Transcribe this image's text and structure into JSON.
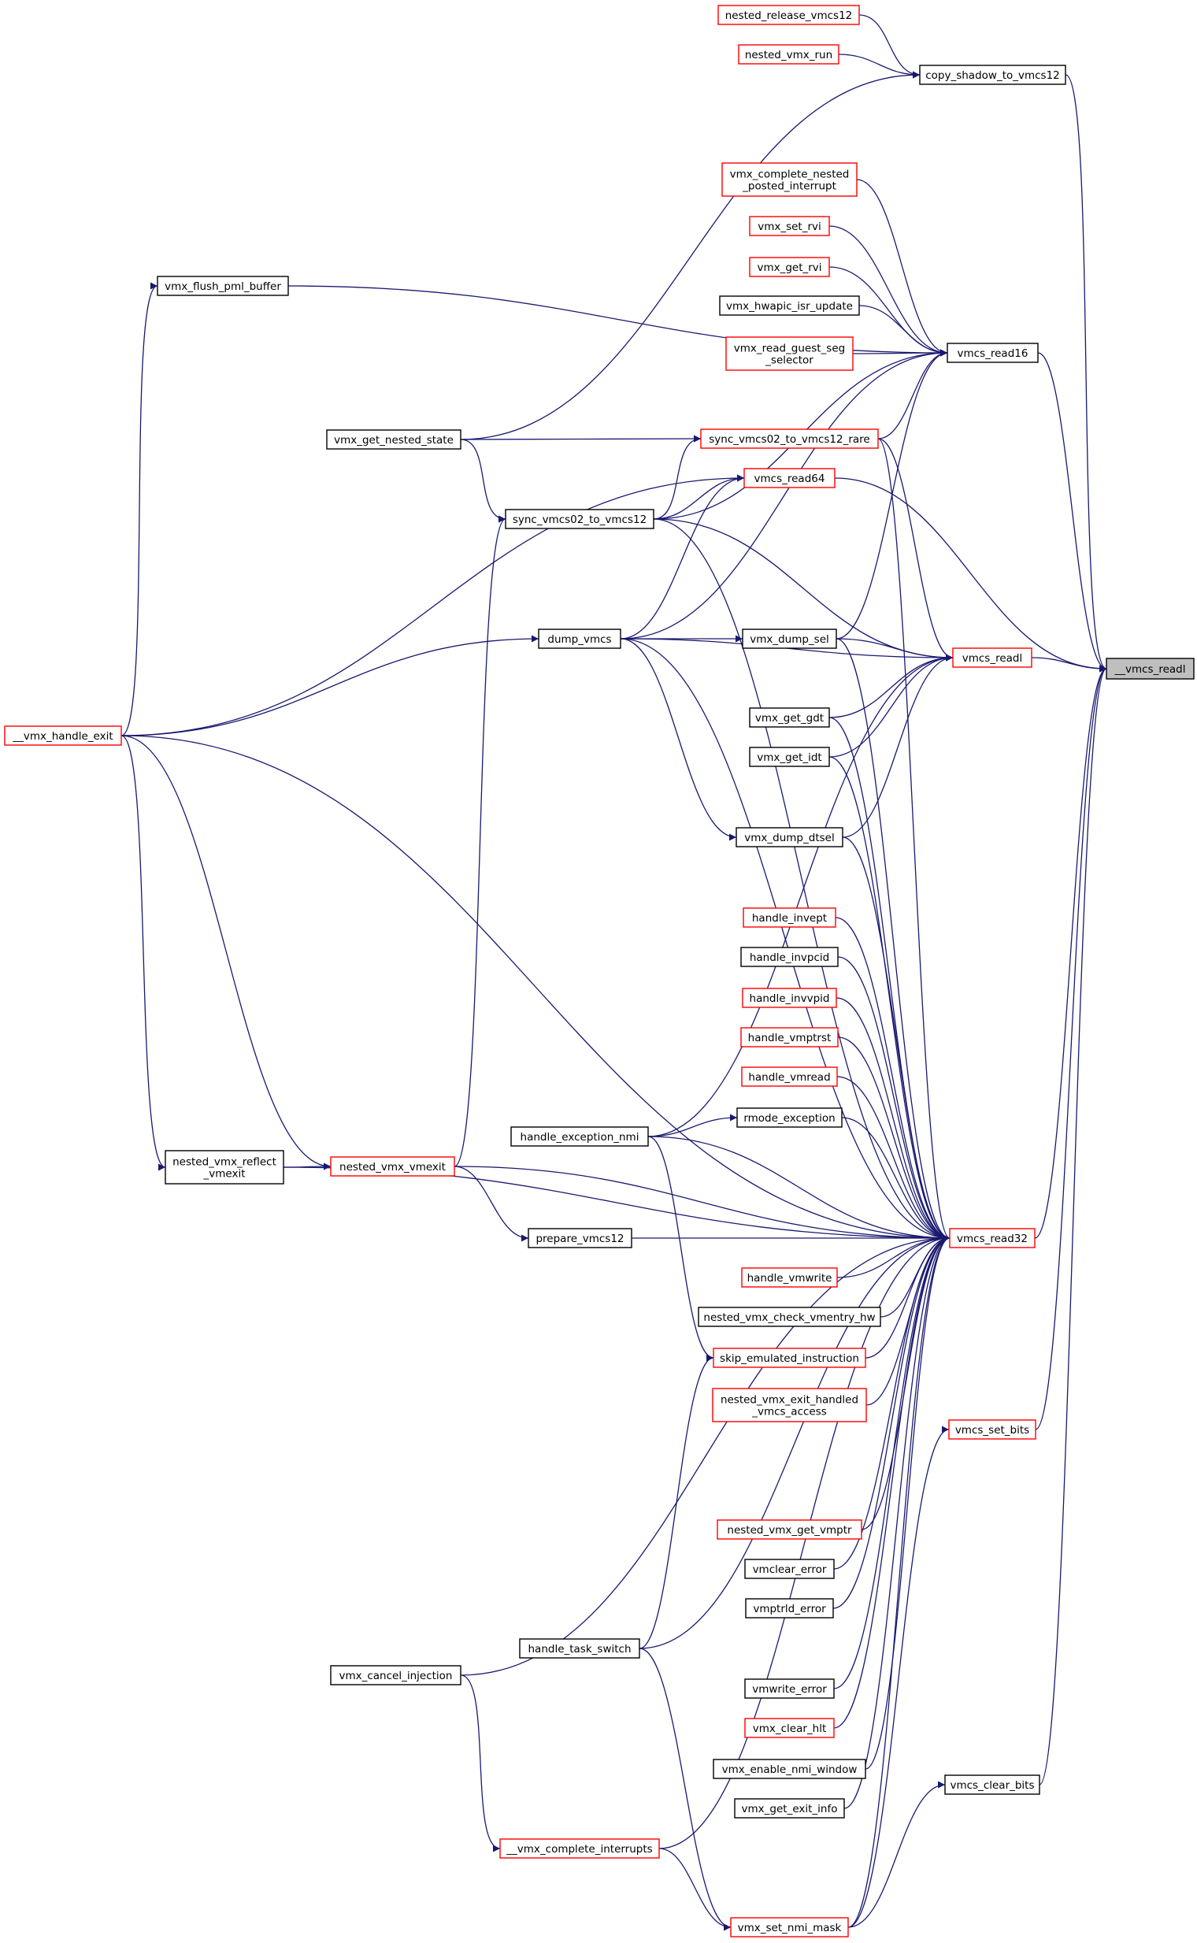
{
  "graph": {
    "colors": {
      "edge": "#191970",
      "red_border": "#ff0000",
      "black_border": "#000000",
      "root_fill": "#bfbfbf"
    },
    "nodes": [
      {
        "id": "readl_root",
        "lines": [
          "__vmcs_readl"
        ],
        "style": "root"
      },
      {
        "id": "copy_shadow",
        "lines": [
          "copy_shadow_to_vmcs12"
        ],
        "style": "black"
      },
      {
        "id": "nested_release",
        "lines": [
          "nested_release_vmcs12"
        ],
        "style": "red"
      },
      {
        "id": "nested_vmx_run",
        "lines": [
          "nested_vmx_run"
        ],
        "style": "red"
      },
      {
        "id": "vmx_complete_nested",
        "lines": [
          "vmx_complete_nested",
          "_posted_interrupt"
        ],
        "style": "red"
      },
      {
        "id": "vmx_set_rvi",
        "lines": [
          "vmx_set_rvi"
        ],
        "style": "red"
      },
      {
        "id": "vmx_get_rvi",
        "lines": [
          "vmx_get_rvi"
        ],
        "style": "red"
      },
      {
        "id": "hwapic",
        "lines": [
          "vmx_hwapic_isr_update"
        ],
        "style": "black"
      },
      {
        "id": "read_guest_seg",
        "lines": [
          "vmx_read_guest_seg",
          "_selector"
        ],
        "style": "red"
      },
      {
        "id": "vmcs_read16",
        "lines": [
          "vmcs_read16"
        ],
        "style": "black"
      },
      {
        "id": "flush_pml",
        "lines": [
          "vmx_flush_pml_buffer"
        ],
        "style": "black"
      },
      {
        "id": "get_nested_state",
        "lines": [
          "vmx_get_nested_state"
        ],
        "style": "black"
      },
      {
        "id": "sync_rare",
        "lines": [
          "sync_vmcs02_to_vmcs12_rare"
        ],
        "style": "red"
      },
      {
        "id": "vmcs_read64",
        "lines": [
          "vmcs_read64"
        ],
        "style": "red"
      },
      {
        "id": "sync_vmcs02",
        "lines": [
          "sync_vmcs02_to_vmcs12"
        ],
        "style": "black"
      },
      {
        "id": "dump_vmcs",
        "lines": [
          "dump_vmcs"
        ],
        "style": "black"
      },
      {
        "id": "vmx_dump_sel",
        "lines": [
          "vmx_dump_sel"
        ],
        "style": "black"
      },
      {
        "id": "vmcs_readl",
        "lines": [
          "vmcs_readl"
        ],
        "style": "red"
      },
      {
        "id": "vmx_handle_exit",
        "lines": [
          "__vmx_handle_exit"
        ],
        "style": "red"
      },
      {
        "id": "vmx_get_gdt",
        "lines": [
          "vmx_get_gdt"
        ],
        "style": "black"
      },
      {
        "id": "vmx_get_idt",
        "lines": [
          "vmx_get_idt"
        ],
        "style": "black"
      },
      {
        "id": "vmx_dump_dtsel",
        "lines": [
          "vmx_dump_dtsel"
        ],
        "style": "black"
      },
      {
        "id": "handle_invept",
        "lines": [
          "handle_invept"
        ],
        "style": "red"
      },
      {
        "id": "handle_invpcid",
        "lines": [
          "handle_invpcid"
        ],
        "style": "black"
      },
      {
        "id": "handle_invvpid",
        "lines": [
          "handle_invvpid"
        ],
        "style": "red"
      },
      {
        "id": "handle_vmptrst",
        "lines": [
          "handle_vmptrst"
        ],
        "style": "red"
      },
      {
        "id": "handle_vmread",
        "lines": [
          "handle_vmread"
        ],
        "style": "red"
      },
      {
        "id": "rmode_exception",
        "lines": [
          "rmode_exception"
        ],
        "style": "black"
      },
      {
        "id": "handle_exception_nmi",
        "lines": [
          "handle_exception_nmi"
        ],
        "style": "black"
      },
      {
        "id": "nested_reflect",
        "lines": [
          "nested_vmx_reflect",
          "_vmexit"
        ],
        "style": "black"
      },
      {
        "id": "nested_vmexit",
        "lines": [
          "nested_vmx_vmexit"
        ],
        "style": "red"
      },
      {
        "id": "prepare_vmcs12",
        "lines": [
          "prepare_vmcs12"
        ],
        "style": "black"
      },
      {
        "id": "vmcs_read32",
        "lines": [
          "vmcs_read32"
        ],
        "style": "red"
      },
      {
        "id": "handle_vmwrite",
        "lines": [
          "handle_vmwrite"
        ],
        "style": "red"
      },
      {
        "id": "check_vmentry_hw",
        "lines": [
          "nested_vmx_check_vmentry_hw"
        ],
        "style": "black"
      },
      {
        "id": "skip_emulated",
        "lines": [
          "skip_emulated_instruction"
        ],
        "style": "red"
      },
      {
        "id": "exit_handled",
        "lines": [
          "nested_vmx_exit_handled",
          "_vmcs_access"
        ],
        "style": "red"
      },
      {
        "id": "vmcs_set_bits",
        "lines": [
          "vmcs_set_bits"
        ],
        "style": "red"
      },
      {
        "id": "get_vmptr",
        "lines": [
          "nested_vmx_get_vmptr"
        ],
        "style": "red"
      },
      {
        "id": "vmclear_error",
        "lines": [
          "vmclear_error"
        ],
        "style": "black"
      },
      {
        "id": "vmptrld_error",
        "lines": [
          "vmptrld_error"
        ],
        "style": "black"
      },
      {
        "id": "handle_task_switch",
        "lines": [
          "handle_task_switch"
        ],
        "style": "black"
      },
      {
        "id": "cancel_injection",
        "lines": [
          "vmx_cancel_injection"
        ],
        "style": "black"
      },
      {
        "id": "vmwrite_error",
        "lines": [
          "vmwrite_error"
        ],
        "style": "black"
      },
      {
        "id": "clear_hlt",
        "lines": [
          "vmx_clear_hlt"
        ],
        "style": "red"
      },
      {
        "id": "enable_nmi_window",
        "lines": [
          "vmx_enable_nmi_window"
        ],
        "style": "black"
      },
      {
        "id": "vmcs_clear_bits",
        "lines": [
          "vmcs_clear_bits"
        ],
        "style": "black"
      },
      {
        "id": "get_exit_info",
        "lines": [
          "vmx_get_exit_info"
        ],
        "style": "black"
      },
      {
        "id": "complete_interrupts",
        "lines": [
          "__vmx_complete_interrupts"
        ],
        "style": "red"
      },
      {
        "id": "set_nmi_mask",
        "lines": [
          "vmx_set_nmi_mask"
        ],
        "style": "red"
      }
    ],
    "edges": [
      [
        "copy_shadow",
        "readl_root"
      ],
      [
        "nested_release",
        "copy_shadow"
      ],
      [
        "nested_vmx_run",
        "copy_shadow"
      ],
      [
        "vmcs_read16",
        "readl_root"
      ],
      [
        "vmcs_read64",
        "readl_root"
      ],
      [
        "vmcs_readl",
        "readl_root"
      ],
      [
        "vmcs_read32",
        "readl_root"
      ],
      [
        "vmcs_set_bits",
        "readl_root"
      ],
      [
        "vmcs_clear_bits",
        "readl_root"
      ],
      [
        "vmx_complete_nested",
        "vmcs_read16"
      ],
      [
        "vmx_set_rvi",
        "vmcs_read16"
      ],
      [
        "vmx_get_rvi",
        "vmcs_read16"
      ],
      [
        "hwapic",
        "vmcs_read16"
      ],
      [
        "read_guest_seg",
        "vmcs_read16"
      ],
      [
        "flush_pml",
        "vmcs_read16"
      ],
      [
        "sync_rare",
        "vmcs_read16"
      ],
      [
        "sync_vmcs02",
        "vmcs_read16"
      ],
      [
        "dump_vmcs",
        "vmcs_read16"
      ],
      [
        "vmx_dump_sel",
        "vmcs_read16"
      ],
      [
        "vmx_handle_exit",
        "flush_pml"
      ],
      [
        "get_nested_state",
        "copy_shadow"
      ],
      [
        "get_nested_state",
        "sync_rare"
      ],
      [
        "get_nested_state",
        "sync_vmcs02"
      ],
      [
        "sync_vmcs02",
        "sync_rare"
      ],
      [
        "sync_vmcs02",
        "vmcs_read64"
      ],
      [
        "dump_vmcs",
        "vmcs_read64"
      ],
      [
        "vmx_handle_exit",
        "vmcs_read64"
      ],
      [
        "sync_rare",
        "vmcs_readl"
      ],
      [
        "sync_vmcs02",
        "vmcs_readl"
      ],
      [
        "dump_vmcs",
        "vmcs_readl"
      ],
      [
        "vmx_dump_sel",
        "vmcs_readl"
      ],
      [
        "vmx_get_gdt",
        "vmcs_readl"
      ],
      [
        "vmx_get_idt",
        "vmcs_readl"
      ],
      [
        "vmx_dump_dtsel",
        "vmcs_readl"
      ],
      [
        "handle_exception_nmi",
        "vmcs_readl"
      ],
      [
        "dump_vmcs",
        "vmx_dump_sel"
      ],
      [
        "dump_vmcs",
        "vmx_dump_dtsel"
      ],
      [
        "vmx_handle_exit",
        "dump_vmcs"
      ],
      [
        "nested_vmexit",
        "sync_vmcs02"
      ],
      [
        "vmx_handle_exit",
        "nested_vmexit"
      ],
      [
        "vmx_handle_exit",
        "nested_reflect"
      ],
      [
        "nested_reflect",
        "nested_vmexit"
      ],
      [
        "rmode_exception",
        "vmcs_read32"
      ],
      [
        "handle_exception_nmi",
        "rmode_exception"
      ],
      [
        "nested_vmexit",
        "prepare_vmcs12"
      ],
      [
        "prepare_vmcs12",
        "vmcs_read32"
      ],
      [
        "nested_vmexit",
        "vmcs_read32"
      ],
      [
        "handle_exception_nmi",
        "vmcs_read32"
      ],
      [
        "sync_rare",
        "vmcs_read32"
      ],
      [
        "sync_vmcs02",
        "vmcs_read32"
      ],
      [
        "dump_vmcs",
        "vmcs_read32"
      ],
      [
        "vmx_dump_sel",
        "vmcs_read32"
      ],
      [
        "vmx_get_gdt",
        "vmcs_read32"
      ],
      [
        "vmx_get_idt",
        "vmcs_read32"
      ],
      [
        "vmx_dump_dtsel",
        "vmcs_read32"
      ],
      [
        "handle_invept",
        "vmcs_read32"
      ],
      [
        "handle_invpcid",
        "vmcs_read32"
      ],
      [
        "handle_invvpid",
        "vmcs_read32"
      ],
      [
        "handle_vmptrst",
        "vmcs_read32"
      ],
      [
        "handle_vmread",
        "vmcs_read32"
      ],
      [
        "handle_vmwrite",
        "vmcs_read32"
      ],
      [
        "check_vmentry_hw",
        "vmcs_read32"
      ],
      [
        "skip_emulated",
        "vmcs_read32"
      ],
      [
        "exit_handled",
        "vmcs_read32"
      ],
      [
        "nested_reflect",
        "vmcs_read32"
      ],
      [
        "cancel_injection",
        "vmcs_read32"
      ],
      [
        "get_vmptr",
        "vmcs_read32"
      ],
      [
        "vmclear_error",
        "vmcs_read32"
      ],
      [
        "vmptrld_error",
        "vmcs_read32"
      ],
      [
        "handle_task_switch",
        "vmcs_read32"
      ],
      [
        "vmwrite_error",
        "vmcs_read32"
      ],
      [
        "clear_hlt",
        "vmcs_read32"
      ],
      [
        "enable_nmi_window",
        "vmcs_read32"
      ],
      [
        "get_exit_info",
        "vmcs_read32"
      ],
      [
        "complete_interrupts",
        "vmcs_read32"
      ],
      [
        "set_nmi_mask",
        "vmcs_read32"
      ],
      [
        "vmx_handle_exit",
        "vmcs_read32"
      ],
      [
        "handle_exception_nmi",
        "skip_emulated"
      ],
      [
        "handle_task_switch",
        "skip_emulated"
      ],
      [
        "cancel_injection",
        "complete_interrupts"
      ],
      [
        "complete_interrupts",
        "set_nmi_mask"
      ],
      [
        "handle_task_switch",
        "set_nmi_mask"
      ],
      [
        "set_nmi_mask",
        "vmcs_set_bits"
      ],
      [
        "set_nmi_mask",
        "vmcs_clear_bits"
      ]
    ]
  }
}
